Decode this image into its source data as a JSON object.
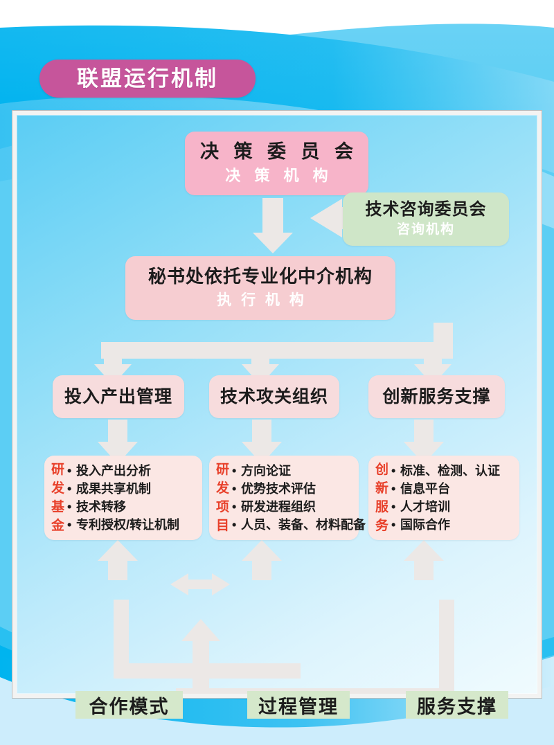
{
  "poster": {
    "title": "联盟运行机制",
    "colors": {
      "background_blue": "#43c4f2",
      "banner_magenta": "#c6559b",
      "pink_box": "#f7b4c9",
      "pink_box_soft": "#f6cdd1",
      "pink_box_light": "#f7dcdd",
      "card_pink": "#fbe7e4",
      "green_box": "#cfe6c8",
      "green_tag": "#d5e8cb",
      "arrow_gray": "#ece8e6",
      "red_label": "#e8402a",
      "frame_border": "#f3f3f2"
    }
  },
  "nodes": {
    "decision": {
      "main": "决 策 委 员 会",
      "sub": "决 策 机 构"
    },
    "advisory": {
      "main": "技术咨询委员会",
      "sub": "咨询机构"
    },
    "secretariat": {
      "main": "秘书处依托专业化中介机构",
      "sub": "执 行 机 构"
    },
    "middle": [
      {
        "main": "投入产出管理"
      },
      {
        "main": "技术攻关组织"
      },
      {
        "main": "创新服务支撑"
      }
    ]
  },
  "cards": [
    {
      "vlabel": [
        "研",
        "发",
        "基",
        "金"
      ],
      "items": [
        "投入产出分析",
        "成果共享机制",
        "技术转移",
        "专利授权/转让机制"
      ]
    },
    {
      "vlabel": [
        "研",
        "发",
        "项",
        "目"
      ],
      "items": [
        "方向论证",
        "优势技术评估",
        "研发进程组织",
        "人员、装备、材料配备"
      ]
    },
    {
      "vlabel": [
        "创",
        "新",
        "服",
        "务"
      ],
      "items": [
        "标准、检测、认证",
        "信息平台",
        "人才培训",
        "国际合作"
      ]
    }
  ],
  "tags": [
    {
      "label": "合作模式"
    },
    {
      "label": "过程管理"
    },
    {
      "label": "服务支撑"
    }
  ],
  "connectors": {
    "decision_to_secretariat": "down-arrow",
    "advisory_to_decision_path": "left-arrow",
    "secretariat_fork": "three-way-down-fork",
    "middle_to_card": "down-arrow",
    "tag_to_card": "up-arrow",
    "cooperation_process_link": "double-headed-arrow",
    "feedback_loop": "u-turn-up-arrow"
  }
}
